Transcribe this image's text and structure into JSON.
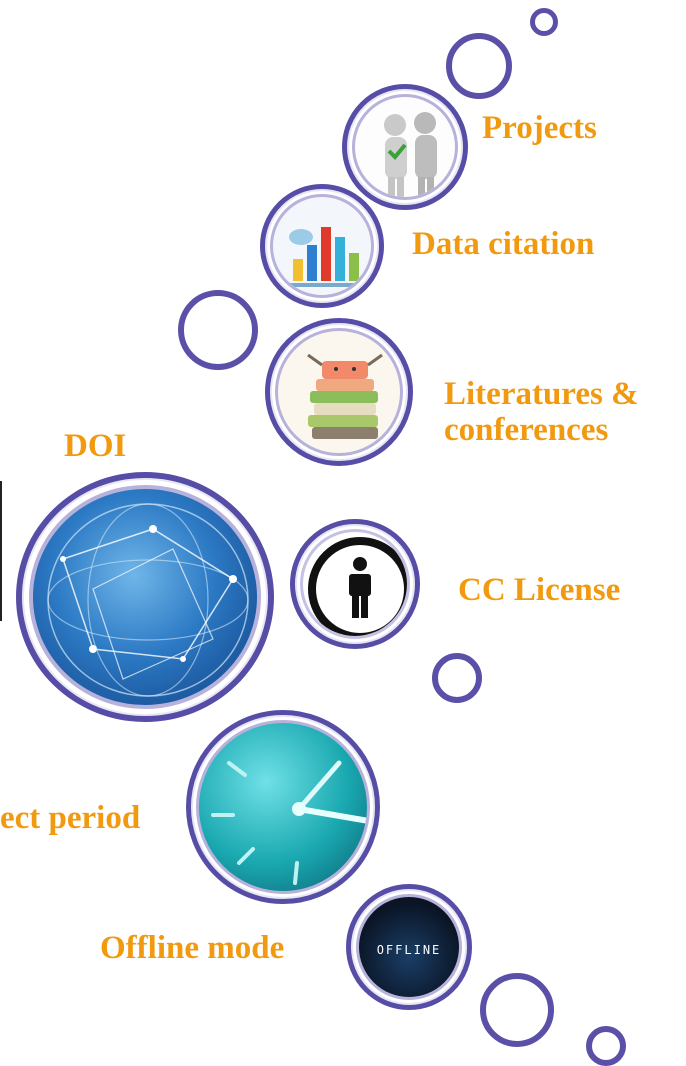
{
  "labels": {
    "projects": "Projects",
    "data_citation": "Data citation",
    "literatures_line1": "Literatures &",
    "literatures_line2": "conferences",
    "doi": "DOI",
    "cc_license": "CC License",
    "project_period": "ect period",
    "offline_mode": "Offline mode"
  },
  "offline_badge_text": "OFFLINE",
  "colors": {
    "label_orange": "#f19a10",
    "ring_purple": "#5a50a8",
    "globe_blue": "#1d5fa8",
    "clock_teal": "#1aa8b0"
  },
  "icons": {
    "projects": "handshake-people-icon",
    "data_citation": "bar-chart-icon",
    "literatures": "book-stack-icon",
    "doi": "globe-network-icon",
    "cc_license": "cc-attribution-person-icon",
    "project_period": "clock-icon",
    "offline_mode": "offline-badge-icon"
  }
}
